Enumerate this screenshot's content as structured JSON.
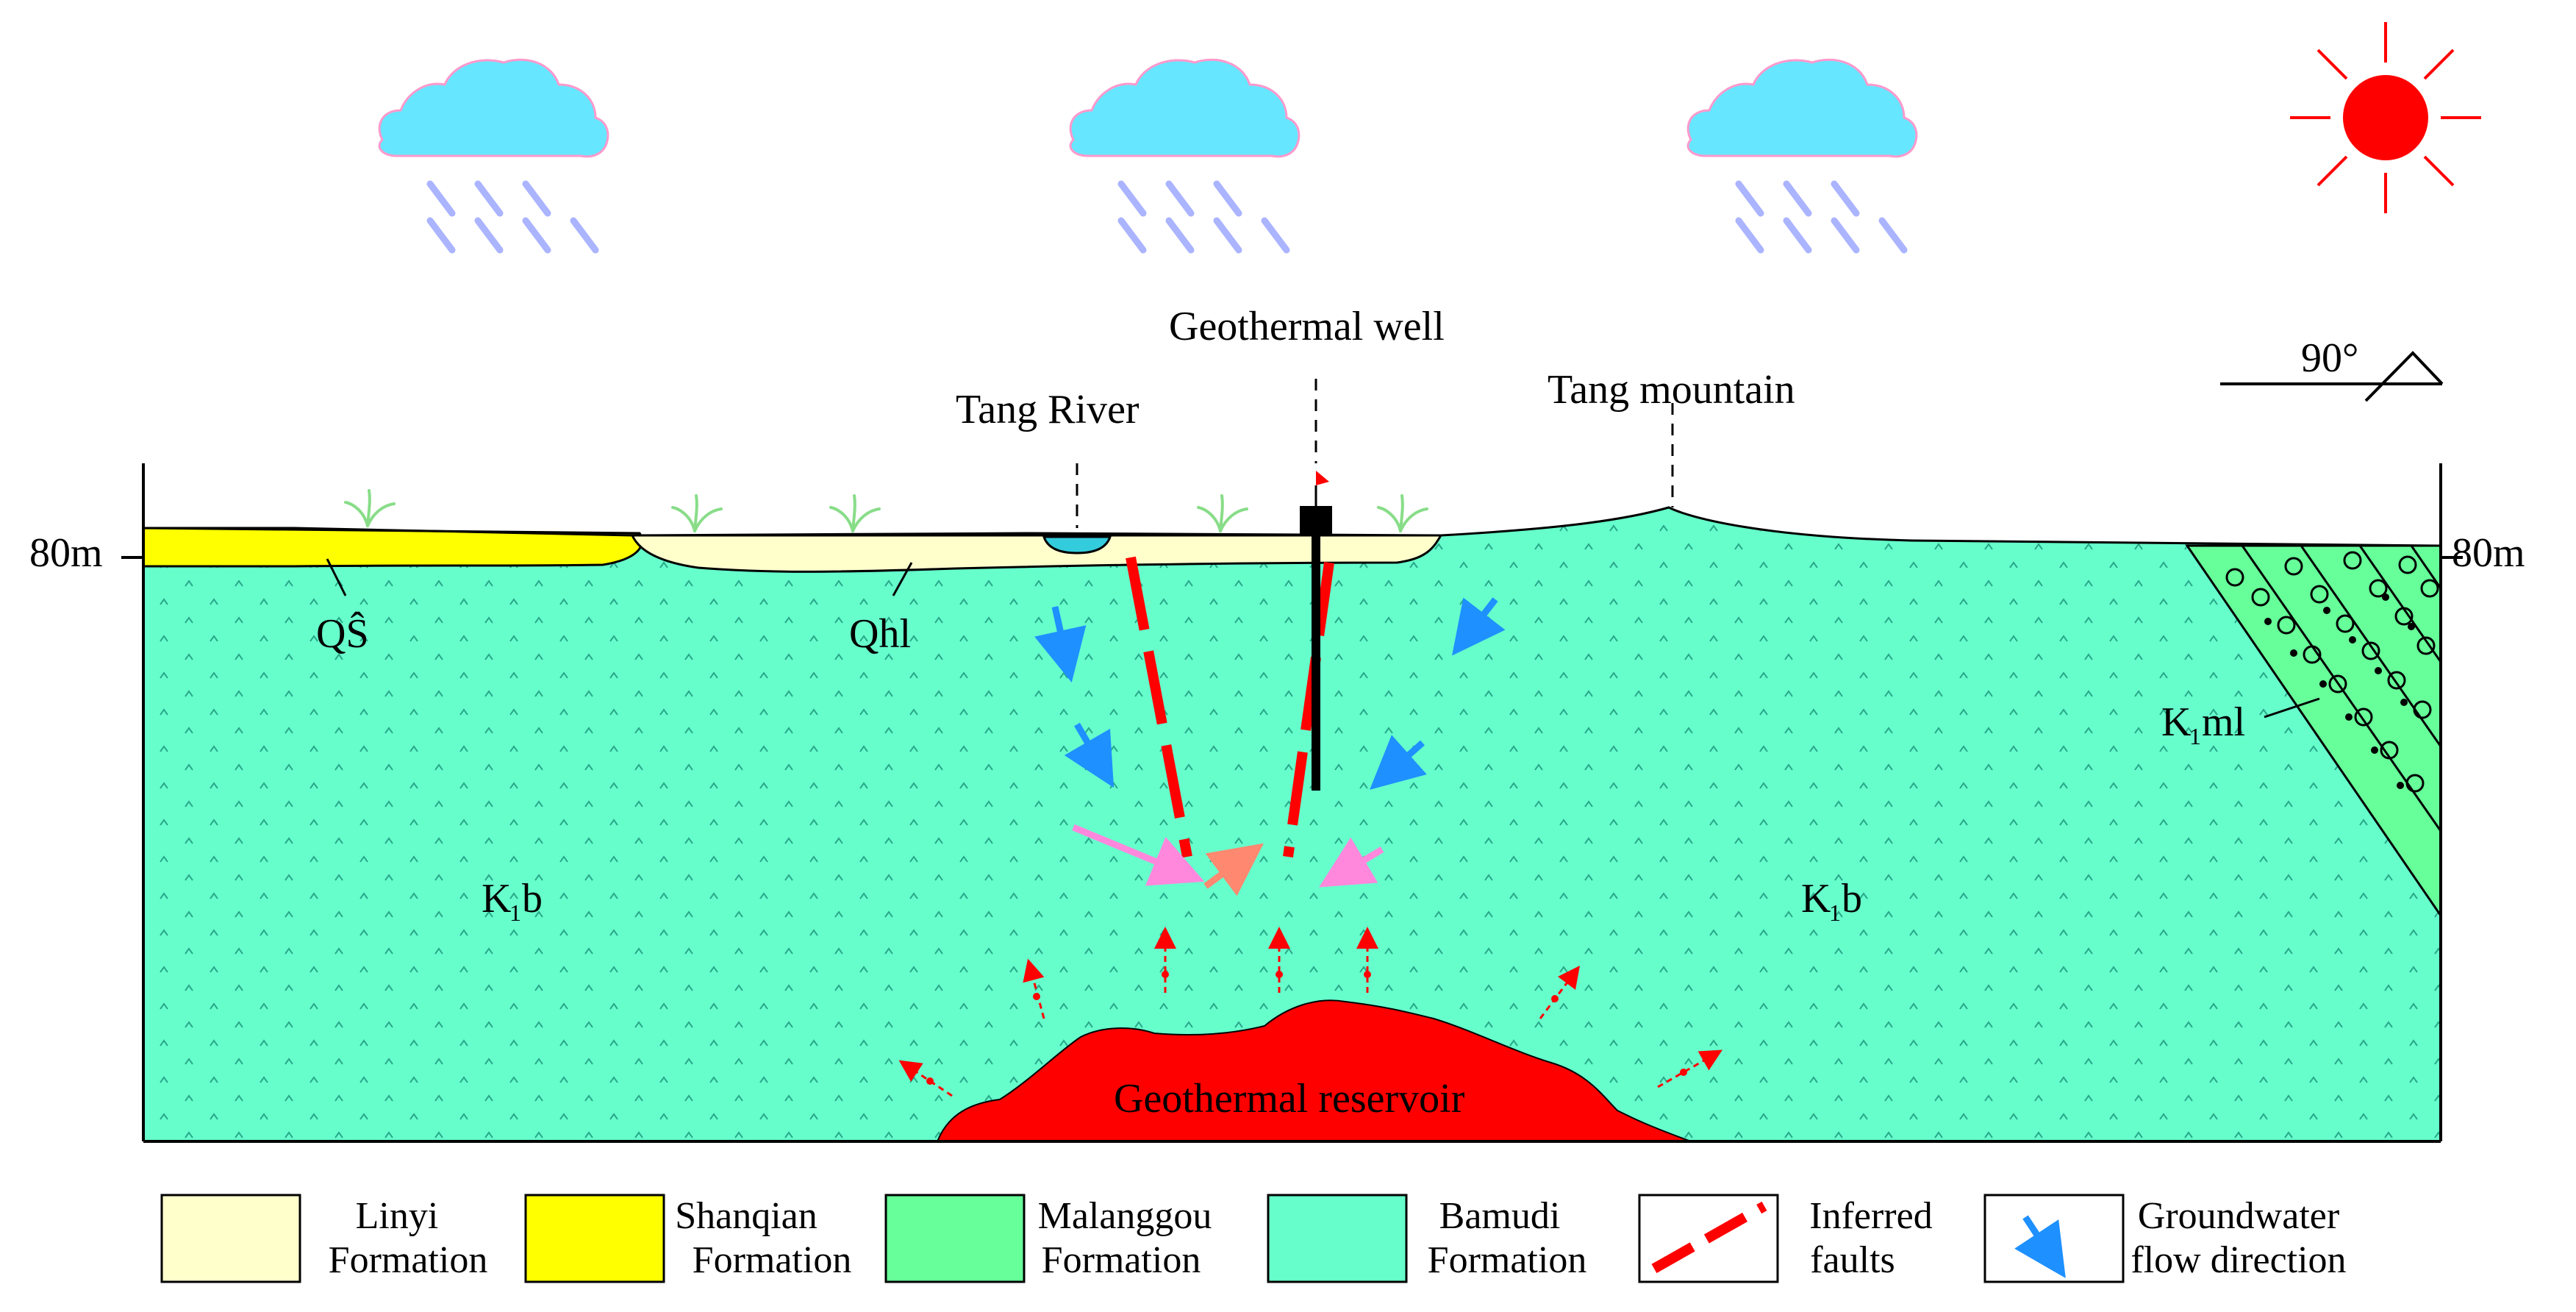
{
  "labels": {
    "geothermal_well": "Geothermal well",
    "tang_river": "Tang River",
    "tang_mountain": "Tang mountain",
    "elevation_left": "80m",
    "elevation_right": "80m",
    "dip_angle": "90°",
    "qs": "QŜ",
    "qhl": "Qhl",
    "k1b": "K",
    "k1b_sub": "1",
    "k1b_suffix": "b",
    "k1ml": "K",
    "k1ml_sub": "1",
    "k1ml_suffix": "ml",
    "reservoir": "Geothermal reservoir"
  },
  "legend": [
    {
      "line1": "Linyi",
      "line2": "Formation",
      "color": "#ffffcc"
    },
    {
      "line1": "Shanqian",
      "line2": "Formation",
      "color": "#ffff00"
    },
    {
      "line1": "Malanggou",
      "line2": "Formation",
      "color": "#66ff99"
    },
    {
      "line1": "Bamudi",
      "line2": "Formation",
      "color": "#66ffcc"
    },
    {
      "line1": "Inferred",
      "line2": "faults",
      "symbol": "red-dashed-line"
    },
    {
      "line1": "Groundwater",
      "line2": "flow direction",
      "symbol": "blue-arrow"
    }
  ],
  "colors": {
    "bamudi": "#66ffcc",
    "linyi": "#ffffcc",
    "shanqian": "#ffff00",
    "malanggou": "#66ff99",
    "reservoir": "#ff0000",
    "cloud": "#66e6ff",
    "rain": "#aab4ff",
    "sun": "#ff0000",
    "groundwater_arrow": "#1e90ff",
    "pink_arrow": "#ff88dd",
    "fault": "#ff0000"
  }
}
